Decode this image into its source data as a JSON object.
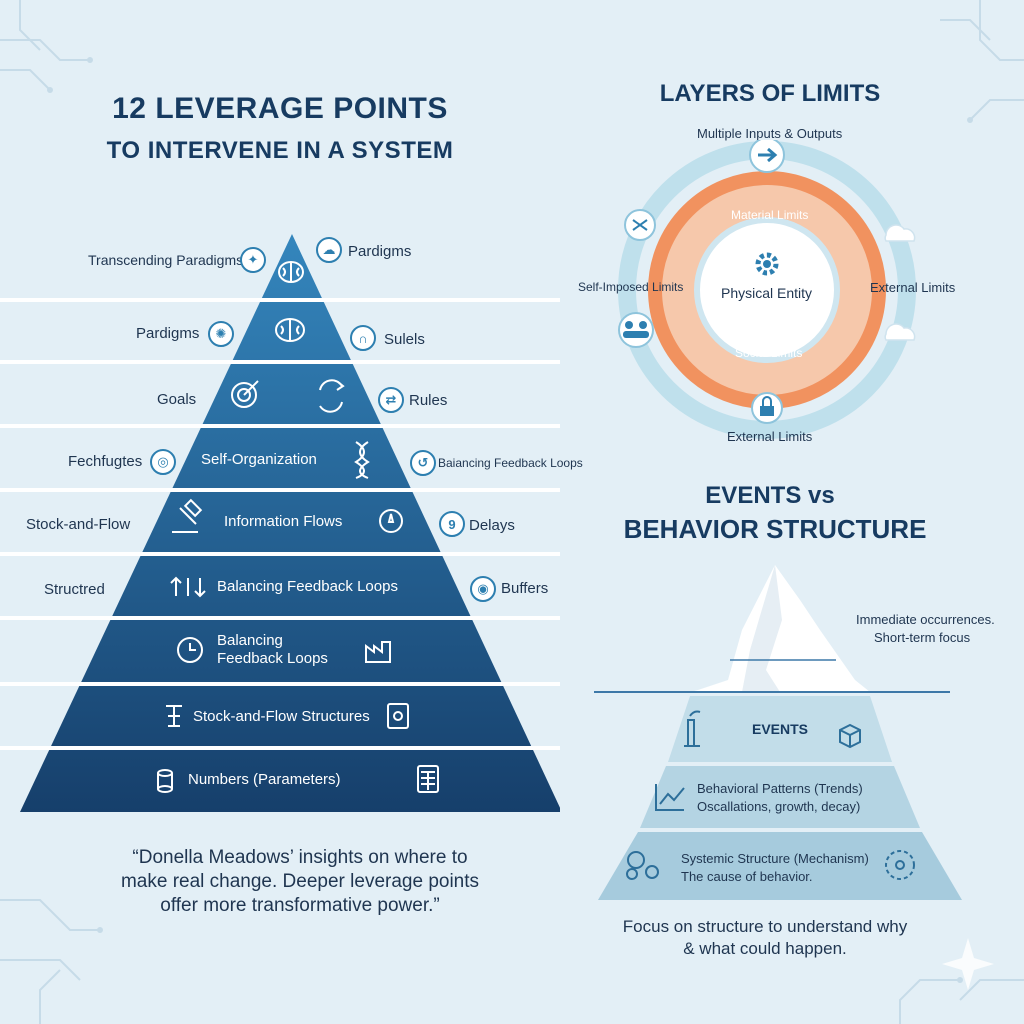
{
  "left": {
    "title_line1": "12 LEVERAGE POINTS",
    "title_line2": "TO INTERVENE IN A SYSTEM",
    "side_labels_left": [
      "Transcending Paradigms",
      "Pardigms",
      "Goals",
      "Fechfugtes",
      "Stock-and-Flow",
      "Structred"
    ],
    "side_labels_right": [
      "Pardigms",
      "Sulels",
      "Rules",
      "Baiancing Feedback Loops",
      "Delays",
      "Buffers"
    ],
    "band_labels": {
      "self_org": "Self-Organization",
      "info_flows": "Information Flows",
      "balancing1": "Balancing Feedback Loops",
      "balancing2_l1": "Balancing",
      "balancing2_l2": "Feedback Loops",
      "stock_flow": "Stock-and-Flow Structures",
      "numbers": "Numbers (Parameters)"
    },
    "delay_badge": "9",
    "quote_l1": "“Donella Meadows’ insights on where to",
    "quote_l2": "make real change. Deeper leverage points",
    "quote_l3": "offer more transformative power.”"
  },
  "limits": {
    "title": "LAYERS OF LIMITS",
    "top": "Multiple Inputs & Outputs",
    "left": "Self-Imposed Limits",
    "right": "External Limits",
    "bottom": "External Limits",
    "material": "Material Limits",
    "social": "Social Limits",
    "center": "Physical Entity",
    "colors": {
      "outer": "#bfe0ec",
      "orange": "#f1925f",
      "peach": "#f6c8ab",
      "inner": "#ffffff"
    }
  },
  "events": {
    "title_l1": "EVENTS vs",
    "title_l2": "BEHAVIOR STRUCTURE",
    "note_l1": "Immediate occurrences.",
    "note_l2": "Short-term focus",
    "layer1": "EVENTS",
    "layer2_l1": "Behavioral Patterns (Trends)",
    "layer2_l2": "Oscallations, growth, decay)",
    "layer3_l1": "Systemic Structure (Mechanism)",
    "layer3_l2": "The cause of behavior.",
    "footer_l1": "Focus on structure to understand why",
    "footer_l2": "& what could happen."
  }
}
